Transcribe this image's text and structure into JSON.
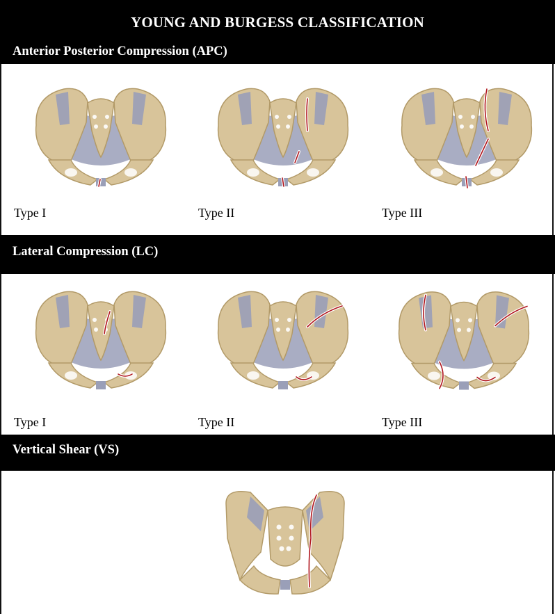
{
  "title": "YOUNG AND BURGESS CLASSIFICATION",
  "sections": [
    {
      "heading": "Anterior Posterior Compression (APC)",
      "items": [
        {
          "label": "Type I",
          "illustration": "pelvis-apc-type-1"
        },
        {
          "label": "Type II",
          "illustration": "pelvis-apc-type-2"
        },
        {
          "label": "Type III",
          "illustration": "pelvis-apc-type-3"
        }
      ]
    },
    {
      "heading": "Lateral Compression (LC)",
      "items": [
        {
          "label": "Type I",
          "illustration": "pelvis-lc-type-1"
        },
        {
          "label": "Type II",
          "illustration": "pelvis-lc-type-2"
        },
        {
          "label": "Type III",
          "illustration": "pelvis-lc-type-3"
        }
      ]
    },
    {
      "heading": "Vertical Shear (VS)",
      "items": [
        {
          "label": "",
          "illustration": "pelvis-vs"
        }
      ]
    }
  ],
  "colors": {
    "bone": "#d8c49a",
    "bone_shadow": "#b29a68",
    "ligament": "#9a9fb8",
    "fracture": "#b0161e",
    "header_bg": "#000000",
    "header_text": "#ffffff"
  }
}
